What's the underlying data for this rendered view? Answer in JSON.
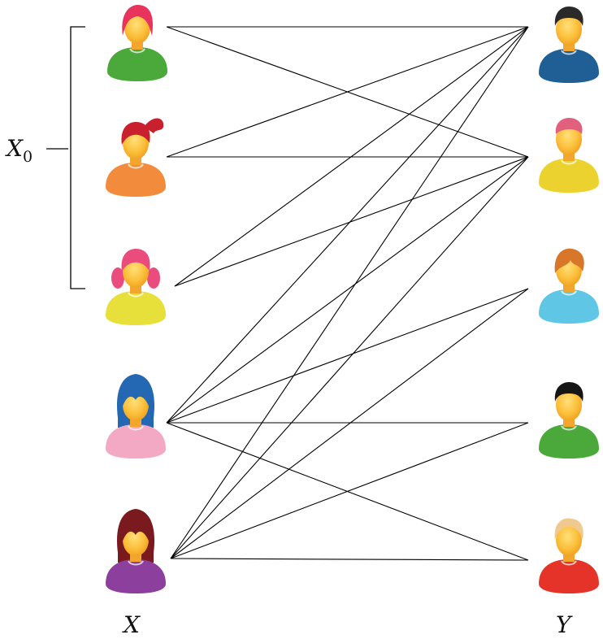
{
  "labels": {
    "x0_base": "X",
    "x0_sub": "0",
    "x_set": "X",
    "y_set": "Y"
  },
  "x_people": [
    {
      "id": "x1",
      "hair": "pink-bob",
      "hair_color": "#e8335c",
      "shirt_color": "#4aa93a"
    },
    {
      "id": "x2",
      "hair": "ponytail",
      "hair_color": "#c8202c",
      "shirt_color": "#f28c3c"
    },
    {
      "id": "x3",
      "hair": "pigtails",
      "hair_color": "#ea4c7e",
      "shirt_color": "#e7e03a"
    },
    {
      "id": "x4",
      "hair": "long-blue",
      "hair_color": "#2467b3",
      "shirt_color": "#f3a9c4"
    },
    {
      "id": "x5",
      "hair": "long-brown",
      "hair_color": "#7a1a1f",
      "shirt_color": "#8d3f9e"
    }
  ],
  "y_people": [
    {
      "id": "y1",
      "hair": "short-dark",
      "hair_color": "#2a2a2a",
      "shirt_color": "#1f5f96"
    },
    {
      "id": "y2",
      "hair": "short-pink",
      "hair_color": "#e0607e",
      "shirt_color": "#ecd22e"
    },
    {
      "id": "y3",
      "hair": "fringe-orange",
      "hair_color": "#d8772a",
      "shirt_color": "#5fc6e6"
    },
    {
      "id": "y4",
      "hair": "short-black",
      "hair_color": "#151515",
      "shirt_color": "#4aa93a"
    },
    {
      "id": "y5",
      "hair": "blond",
      "hair_color": "#f0c98e",
      "shirt_color": "#e5332a"
    }
  ],
  "edges": [
    [
      "x1",
      "y1"
    ],
    [
      "x1",
      "y2"
    ],
    [
      "x2",
      "y1"
    ],
    [
      "x2",
      "y2"
    ],
    [
      "x3",
      "y1"
    ],
    [
      "x3",
      "y2"
    ],
    [
      "x4",
      "y1"
    ],
    [
      "x4",
      "y2"
    ],
    [
      "x4",
      "y3"
    ],
    [
      "x4",
      "y4"
    ],
    [
      "x4",
      "y5"
    ],
    [
      "x5",
      "y1"
    ],
    [
      "x5",
      "y2"
    ],
    [
      "x5",
      "y3"
    ],
    [
      "x5",
      "y4"
    ],
    [
      "x5",
      "y5"
    ]
  ],
  "bracket_group": [
    "x1",
    "x2",
    "x3"
  ]
}
